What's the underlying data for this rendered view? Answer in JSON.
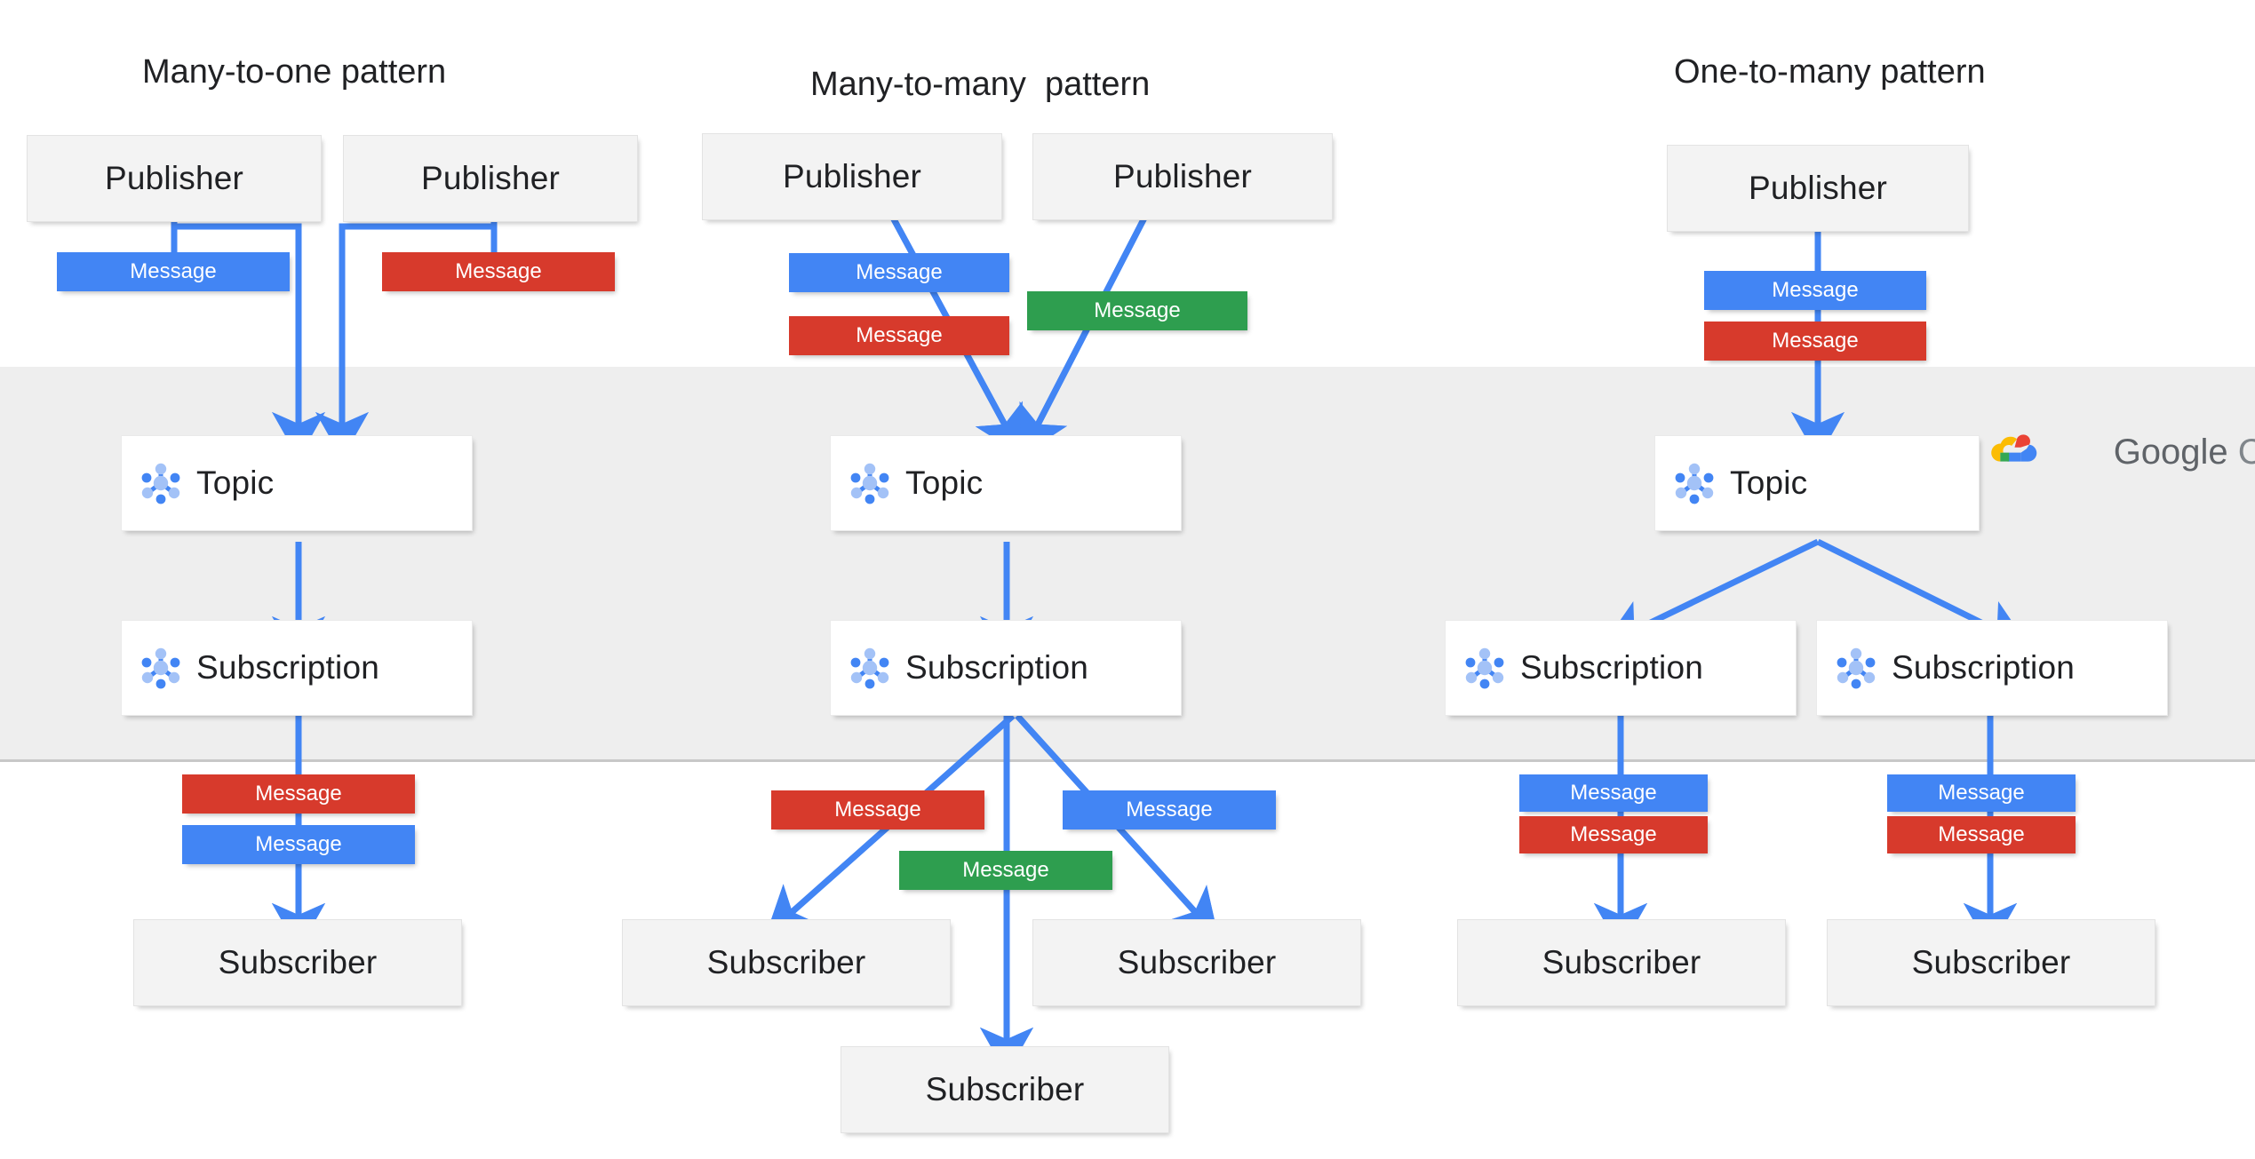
{
  "diagram": {
    "title_left": "Many-to-one pattern",
    "title_mid": "Many-to-many  pattern",
    "title_right": "One-to-many pattern",
    "labels": {
      "publisher": "Publisher",
      "subscriber": "Subscriber",
      "topic": "Topic",
      "subscription": "Subscription",
      "message": "Message"
    },
    "brand": {
      "name_primary": "Google",
      "name_secondary": " Cloud",
      "logo_colors": {
        "red": "#ea4335",
        "yellow": "#fbbc04",
        "green": "#34a853",
        "blue": "#4285f4"
      },
      "text_color": "#5f6368"
    },
    "colors": {
      "accent_blue": "#4285f4",
      "message_blue": "#4285f4",
      "message_red": "#d73a2c",
      "message_green": "#2e9e4f",
      "band_gray": "#eeeeee",
      "node_gray": "#f3f3f3",
      "node_white": "#ffffff",
      "text": "#202124"
    }
  },
  "columns": [
    {
      "id": "many-to-one",
      "title": "Many-to-one pattern",
      "publishers": [
        {
          "label": "Publisher",
          "messages": [
            {
              "label": "Message",
              "color": "blue"
            }
          ]
        },
        {
          "label": "Publisher",
          "messages": [
            {
              "label": "Message",
              "color": "red"
            }
          ]
        }
      ],
      "topics": [
        {
          "label": "Topic"
        }
      ],
      "subscriptions": [
        {
          "label": "Subscription"
        }
      ],
      "out_messages": [
        {
          "label": "Message",
          "color": "red"
        },
        {
          "label": "Message",
          "color": "blue"
        }
      ],
      "subscribers": [
        {
          "label": "Subscriber"
        }
      ]
    },
    {
      "id": "many-to-many",
      "title": "Many-to-many  pattern",
      "publishers": [
        {
          "label": "Publisher",
          "messages": [
            {
              "label": "Message",
              "color": "blue"
            },
            {
              "label": "Message",
              "color": "red"
            }
          ]
        },
        {
          "label": "Publisher",
          "messages": [
            {
              "label": "Message",
              "color": "green"
            }
          ]
        }
      ],
      "topics": [
        {
          "label": "Topic"
        }
      ],
      "subscriptions": [
        {
          "label": "Subscription"
        }
      ],
      "out_messages": [
        {
          "label": "Message",
          "color": "red"
        },
        {
          "label": "Message",
          "color": "blue"
        },
        {
          "label": "Message",
          "color": "green"
        }
      ],
      "subscribers": [
        {
          "label": "Subscriber"
        },
        {
          "label": "Subscriber"
        },
        {
          "label": "Subscriber"
        }
      ]
    },
    {
      "id": "one-to-many",
      "title": "One-to-many pattern",
      "publishers": [
        {
          "label": "Publisher",
          "messages": [
            {
              "label": "Message",
              "color": "blue"
            },
            {
              "label": "Message",
              "color": "red"
            }
          ]
        }
      ],
      "topics": [
        {
          "label": "Topic"
        }
      ],
      "subscriptions": [
        {
          "label": "Subscription"
        },
        {
          "label": "Subscription"
        }
      ],
      "out_messages": [
        {
          "label": "Message",
          "color": "blue"
        },
        {
          "label": "Message",
          "color": "red"
        },
        {
          "label": "Message",
          "color": "blue"
        },
        {
          "label": "Message",
          "color": "red"
        }
      ],
      "subscribers": [
        {
          "label": "Subscriber"
        },
        {
          "label": "Subscriber"
        }
      ]
    }
  ]
}
